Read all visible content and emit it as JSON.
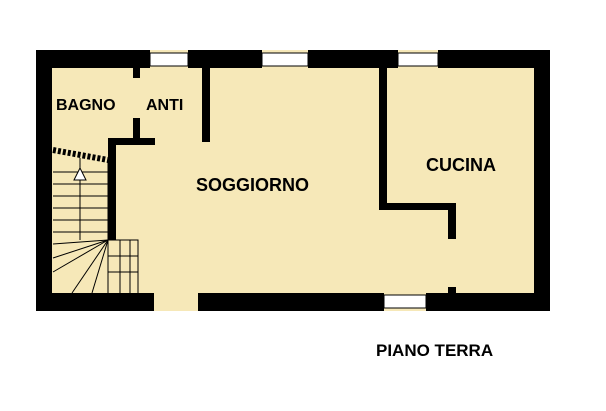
{
  "rooms": {
    "bagno": "BAGNO",
    "anti": "ANTI",
    "soggiorno": "SOGGIORNO",
    "cucina": "CUCINA"
  },
  "floor_label": "PIANO TERRA",
  "colors": {
    "floor": "#f6e8b8",
    "wall": "#000000",
    "window": "#ffffff",
    "background": "#ffffff"
  }
}
